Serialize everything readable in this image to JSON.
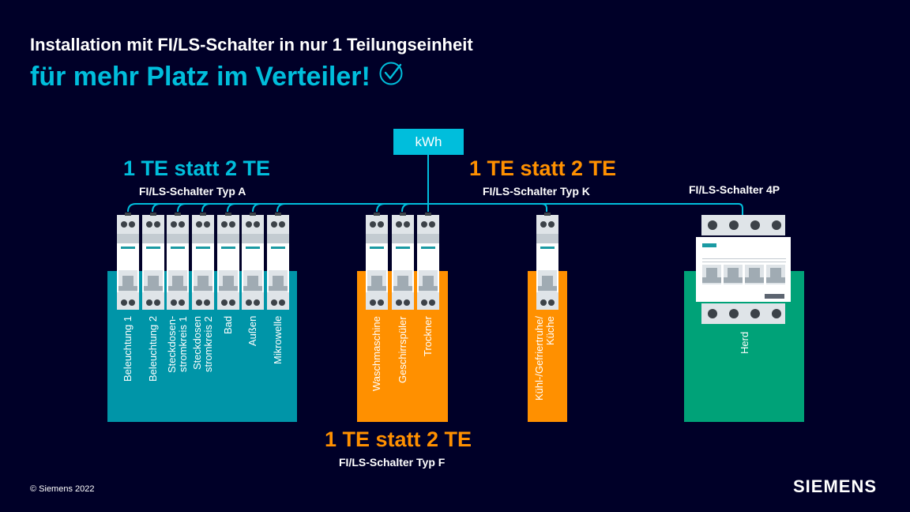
{
  "header": {
    "title": "Installation mit FI/LS-Schalter in nur 1 Teilungseinheit",
    "subtitle": "für mehr Platz im Verteiler!",
    "subtitle_icon": "check-circle-icon"
  },
  "meter": {
    "label": "kWh"
  },
  "groups": [
    {
      "id": "typ-a",
      "headline": "1 TE statt 2 TE",
      "sub": "FI/LS-Schalter Typ A",
      "color": "#00bedc",
      "panel_color": "#0095a8",
      "circuits": [
        "Beleuchtung 1",
        "Beleuchtung 2",
        "Steckdosen-\nstromkreis 1",
        "Steckdosen\nstromkreis 2",
        "Bad",
        "Außen",
        "Mikrowelle"
      ]
    },
    {
      "id": "typ-f",
      "headline": "1 TE statt 2 TE",
      "sub": "FI/LS-Schalter Typ F",
      "color": "#ff9000",
      "panel_color": "#ff9000",
      "circuits": [
        "Waschmaschine",
        "Geschirrspüler",
        "Trockner"
      ]
    },
    {
      "id": "typ-k",
      "headline": "1 TE statt 2 TE",
      "sub": "FI/LS-Schalter Typ K",
      "color": "#ff9000",
      "panel_color": "#ff9000",
      "circuits": [
        "Kühl-/Gefriertruhe/\nKüche"
      ]
    },
    {
      "id": "4p",
      "headline": "",
      "sub": "FI/LS-Schalter 4P",
      "color": "#ffffff",
      "panel_color": "#00a278",
      "circuits": [
        "Herd"
      ]
    }
  ],
  "colors": {
    "background": "#000028",
    "accent_petrol": "#00bedc",
    "accent_orange": "#ff9000",
    "accent_green": "#00a278"
  },
  "footer": {
    "copyright": "© Siemens 2022",
    "logo": "SIEMENS"
  }
}
